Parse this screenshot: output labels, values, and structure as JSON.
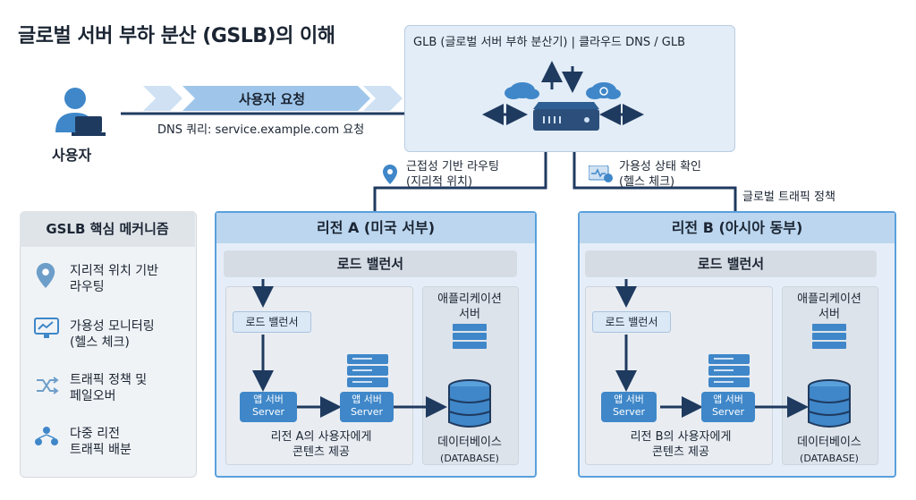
{
  "title": "글로벌 서버 부하 분산 (GSLB)의 이해",
  "glb_box": {
    "title": "GLB (글로벌 서버 부하 분산기) | 클라우드 DNS / GLB"
  },
  "user": {
    "label": "사용자"
  },
  "request": {
    "banner": "사용자 요청",
    "query": "DNS 쿼리: service.example.com 요청"
  },
  "routing": {
    "proximity": [
      "근접성 기반 라우팅",
      "(지리적 위치)"
    ],
    "health": [
      "가용성 상태 확인",
      "(헬스 체크)"
    ],
    "policy": "글로벌 트래픽 정책"
  },
  "mechanisms": {
    "title": "GSLB 핵심 메커니즘",
    "items": [
      {
        "icon": "map-pin-icon",
        "lines": [
          "지리적 위치 기반",
          "라우팅"
        ]
      },
      {
        "icon": "monitor-chart-icon",
        "lines": [
          "가용성 모니터링",
          "(헬스 체크)"
        ]
      },
      {
        "icon": "shuffle-icon",
        "lines": [
          "트래픽 정책 및",
          "페일오버"
        ]
      },
      {
        "icon": "users-network-icon",
        "lines": [
          "다중 리전",
          "트래픽 배분"
        ]
      }
    ]
  },
  "regions": [
    {
      "name": "리전 A (미국 서부)",
      "lb_main": "로드 밸런서",
      "lb_inner": "로드 밸런서",
      "server1": [
        "앱 서버",
        "Server"
      ],
      "server2": [
        "앱 서버",
        "Server"
      ],
      "caption": [
        "리전 A의 사용자에게",
        "콘텐츠 제공"
      ],
      "app_server": [
        "애플리케이션",
        "서버"
      ],
      "db": "데이터베이스",
      "db_sub": "(DATABASE)"
    },
    {
      "name": "리전 B (아시아 동부)",
      "lb_main": "로드 밸런서",
      "lb_inner": "로드 밸런서",
      "server1": [
        "앱 서버",
        "Server"
      ],
      "server2": [
        "앱 서버",
        "Server"
      ],
      "caption": [
        "리전 B의 사용자에게",
        "콘텐츠 제공"
      ],
      "app_server": [
        "애플리케이션",
        "서버"
      ],
      "db": "데이터베이스",
      "db_sub": "(DATABASE)"
    }
  ],
  "colors": {
    "navy": "#1f3a5f",
    "accent": "#3f87c9",
    "region_border": "#5aa0dc"
  }
}
